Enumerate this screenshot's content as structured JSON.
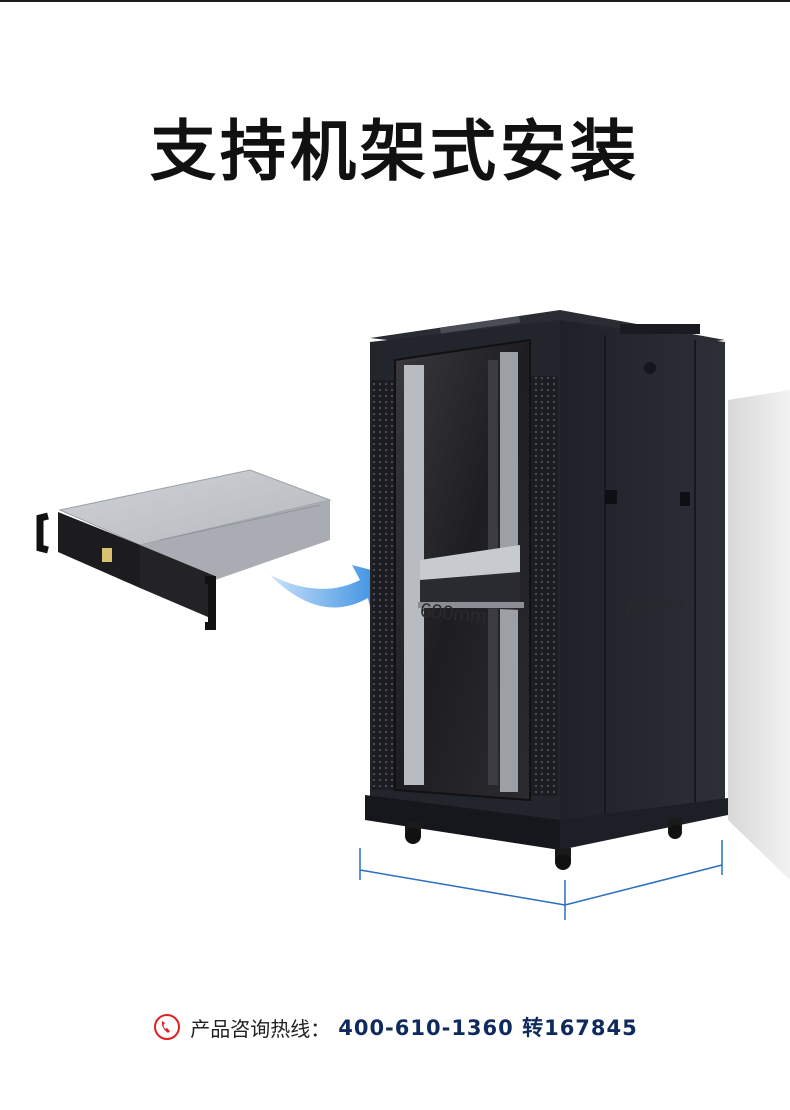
{
  "title": "支持机架式安装",
  "dimensions": {
    "depth_label": "600mm",
    "width_label": "600mm"
  },
  "footer": {
    "hotline_label": "产品咨询热线：",
    "hotline_number": "400-610-1360 转167845",
    "icon": "phone-icon",
    "accent_color": "#e02020",
    "number_color": "#0f2a5c"
  },
  "illustration": {
    "server": "rack-server-2u",
    "cabinet": "network-cabinet",
    "arrow": "blue-arrow-icon",
    "arrow_color": "#2a8ae0"
  }
}
